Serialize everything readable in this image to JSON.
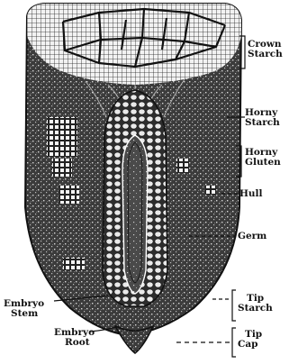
{
  "figure": {
    "labels": {
      "crown_starch": [
        "Crown",
        "Starch"
      ],
      "horny_starch": [
        "Horny",
        "Starch"
      ],
      "horny_gluten": [
        "Horny",
        "Gluten"
      ],
      "hull": "Hull",
      "germ": "Germ",
      "embryo_stem": [
        "Embryo",
        "Stem"
      ],
      "embryo_root": [
        "Embryo",
        "Root"
      ],
      "tip_starch": [
        "Tip",
        "Starch"
      ],
      "tip_cap": [
        "Tip",
        "Cap"
      ]
    }
  }
}
